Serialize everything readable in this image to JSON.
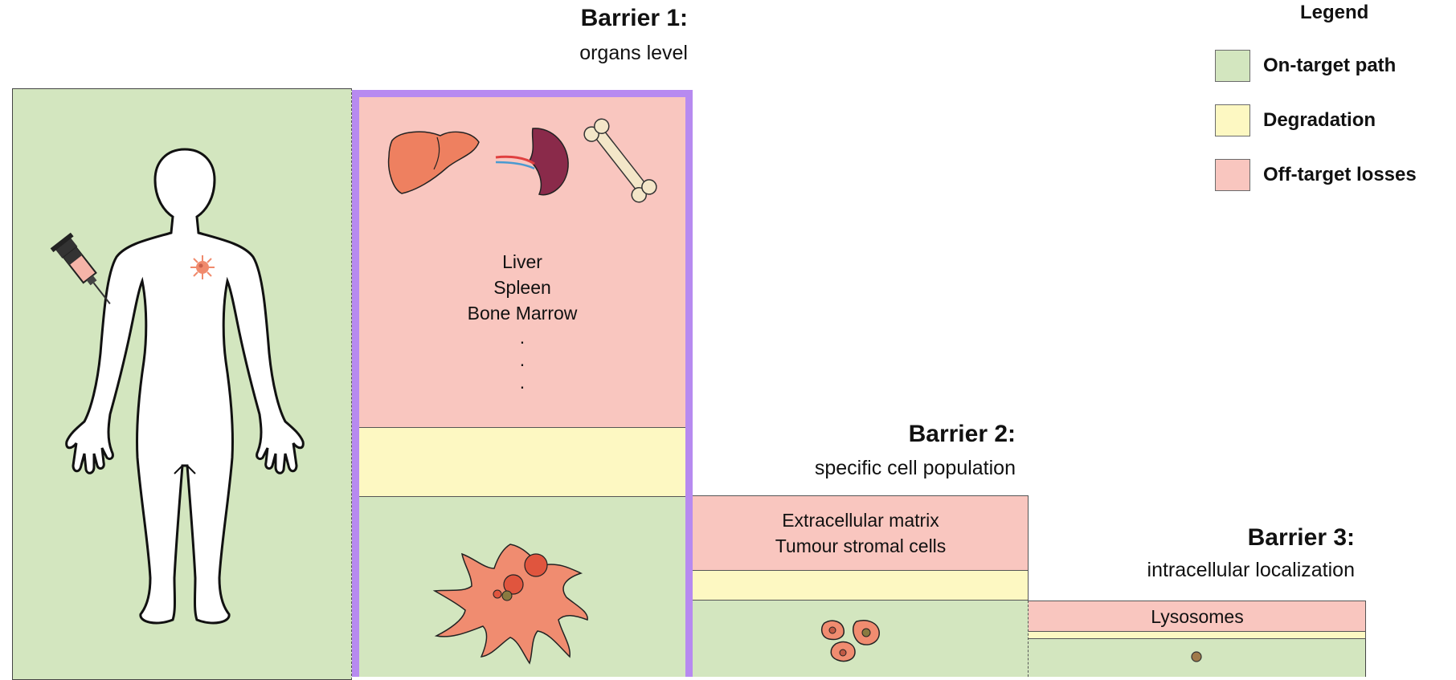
{
  "barrier1": {
    "title": "Barrier 1:",
    "subtitle": "organs level"
  },
  "barrier2": {
    "title": "Barrier 2:",
    "subtitle": "specific cell population"
  },
  "barrier3": {
    "title": "Barrier 3:",
    "subtitle": "intracellular localization"
  },
  "organs_text": {
    "line1": "Liver",
    "line2": "Spleen",
    "line3": "Bone Marrow",
    "dots": "."
  },
  "stage2_text": {
    "line1": "Extracellular matrix",
    "line2": "Tumour stromal cells"
  },
  "stage3_text": {
    "line1": "Lysosomes"
  },
  "legend": {
    "title": "Legend",
    "items": [
      {
        "label": "On-target path",
        "color": "#d3e6bf"
      },
      {
        "label": "Degradation",
        "color": "#fdf8c2"
      },
      {
        "label": "Off-target losses",
        "color": "#f9c6bf"
      }
    ]
  },
  "icons": [
    "human-body-icon",
    "syringe-icon",
    "tumor-cell-icon",
    "liver-icon",
    "spleen-icon",
    "bone-icon",
    "cancer-cell-icon",
    "cell-cluster-icon",
    "lysosome-icon"
  ],
  "colors": {
    "on_target": "#d3e6bf",
    "degradation": "#fdf8c2",
    "off_target": "#f9c6bf",
    "highlight": "#b78af0"
  }
}
